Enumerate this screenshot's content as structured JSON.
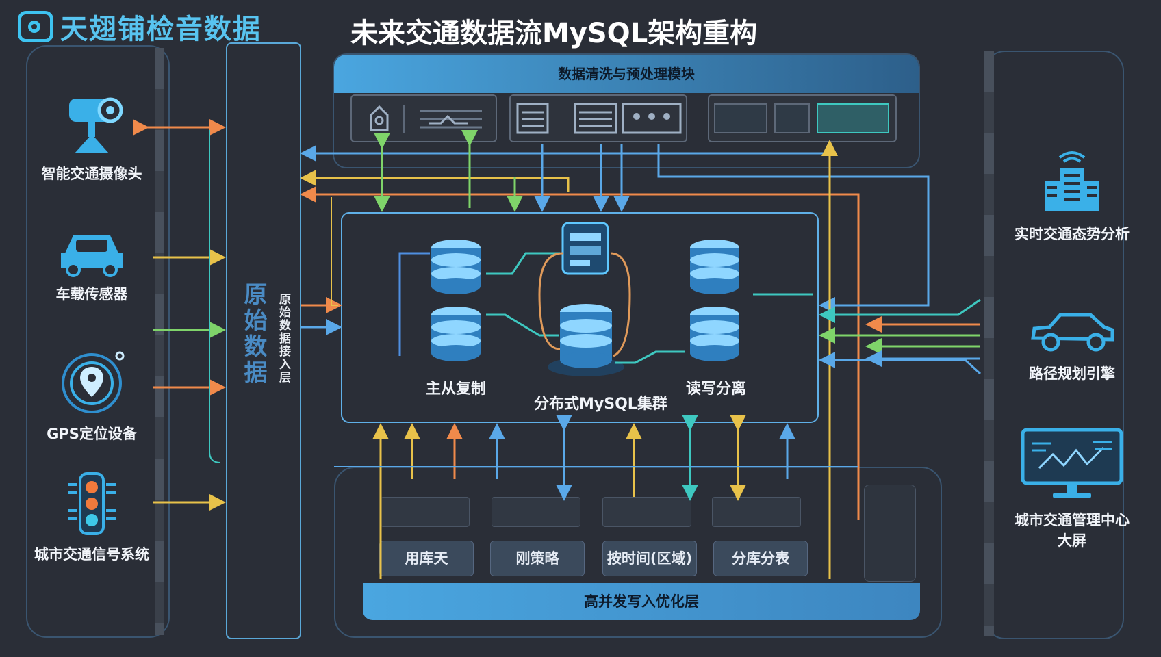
{
  "header": {
    "logo_text": "天翅铺检音数据",
    "title": "未来交通数据流MySQL架构重构"
  },
  "sources": [
    {
      "label": "智能交通摄像头",
      "icon": "camera-icon"
    },
    {
      "label": "车载传感器",
      "icon": "car-icon"
    },
    {
      "label": "GPS定位设备",
      "icon": "gps-icon"
    },
    {
      "label": "城市交通信号系统",
      "icon": "traffic-light-icon"
    }
  ],
  "ingest": {
    "big_text": "原始数据",
    "small_text": "原始数据接入层"
  },
  "cleaning": {
    "title": "数据清洗与预处理模块"
  },
  "cluster": {
    "label_left": "主从复制",
    "label_center": "分布式MySQL集群",
    "label_right": "读写分离"
  },
  "write_layer": {
    "title": "高并发写入优化层",
    "buttons": [
      "用库天",
      "刚策略",
      "按时间(区域)",
      "分库分表"
    ]
  },
  "apps": [
    {
      "label": "实时交通态势分析",
      "icon": "building-wifi-icon"
    },
    {
      "label": "路径规划引擎",
      "icon": "car-outline-icon"
    },
    {
      "label": "城市交通管理中心大屏",
      "icon": "monitor-chart-icon"
    }
  ],
  "colors": {
    "background": "#2a2e37",
    "accent": "#4aa6e0",
    "arrow_orange": "#f08a4b",
    "arrow_yellow": "#e8c24a",
    "arrow_green": "#7fd46a",
    "arrow_blue": "#5aa8e8",
    "arrow_teal": "#3ec8c0"
  }
}
